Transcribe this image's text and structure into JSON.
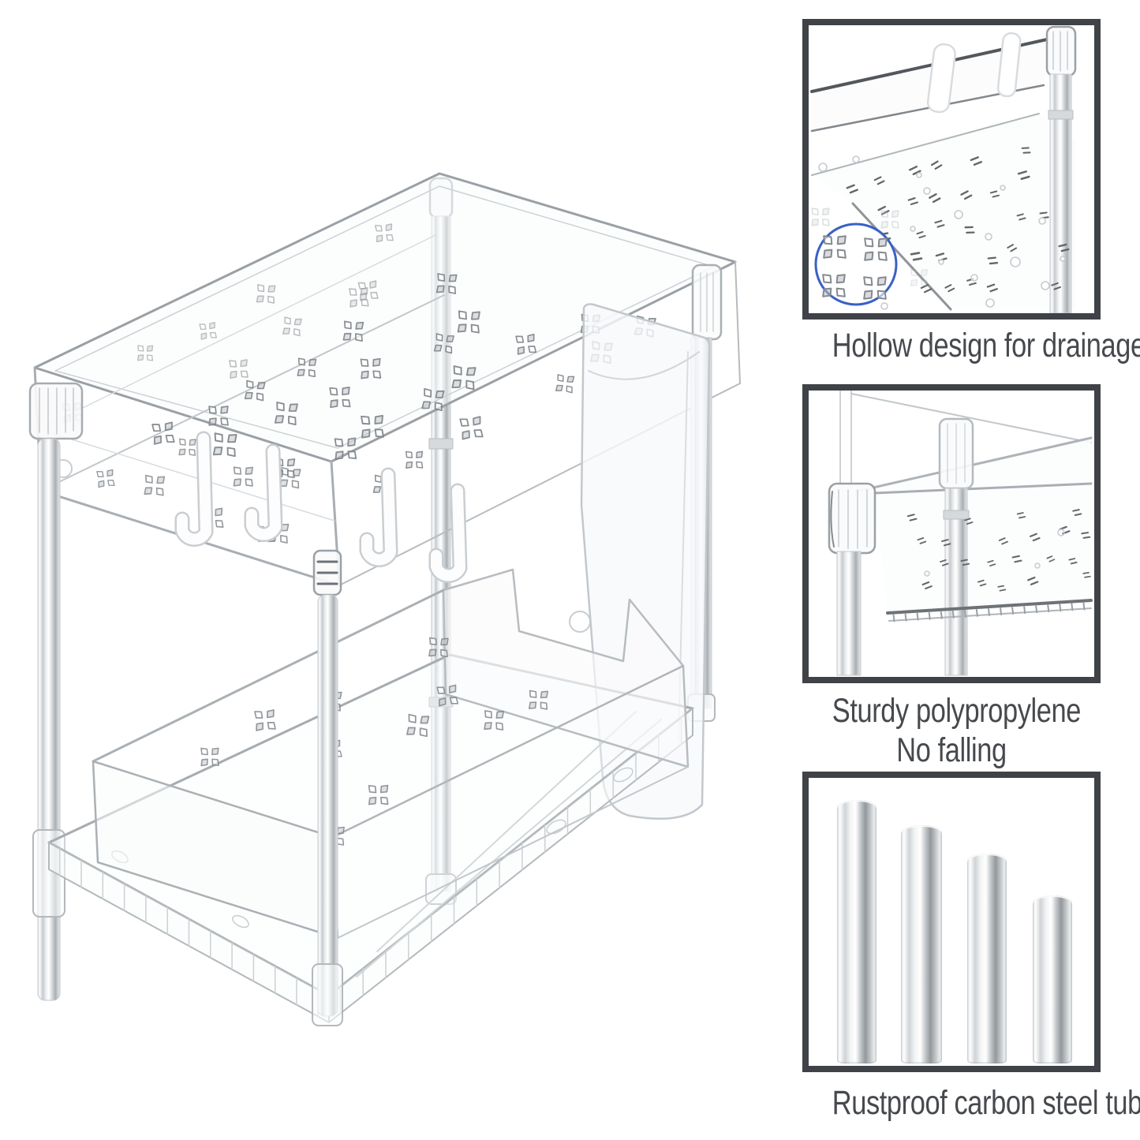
{
  "image_type": "product-feature-infographic",
  "main_illustration": {
    "subject": "two-tier-clear-sliding-organizer-with-steel-tubes-hooks-and-hanging-cup"
  },
  "feature_cards": [
    {
      "id": "drainage",
      "illustration": "underside-perforations-closeup",
      "caption_lines": [
        "Hollow design for drainage"
      ]
    },
    {
      "id": "material",
      "illustration": "tray-corner-closeup",
      "caption_lines": [
        "Sturdy polypropylene",
        "No falling"
      ]
    },
    {
      "id": "tubes",
      "illustration": "four-steel-tubes",
      "caption_lines": [
        "Rustproof carbon steel tube"
      ]
    }
  ],
  "colors": {
    "frame_border": "#3f4347",
    "caption_text": "#46494d",
    "highlight_blue": "#3a60c6",
    "metal_dark": "#9ba0a5",
    "line_gray": "#aab0b4"
  }
}
